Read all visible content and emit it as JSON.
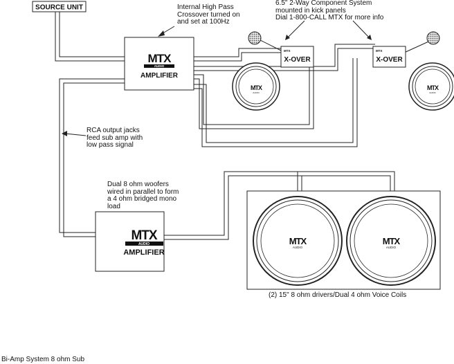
{
  "source_unit": {
    "label": "SOURCE UNIT"
  },
  "notes": {
    "crossover": "Internal High Pass\nCrossover turned on\nand set at 100Hz",
    "component": "6.5\" 2-Way Component System\nmounted in kick panels\nDial 1-800-CALL MTX for more info",
    "rca": "RCA output jacks\nfeed sub amp with\nlow pass signal",
    "woofers": "Dual 8 ohm woofers\nwired in parallel to form\na 4 ohm bridged mono\nload",
    "drivers": "(2) 15\" 8 ohm drivers/Dual 4 ohm Voice Coils"
  },
  "amp_top": {
    "brand": "MTX",
    "sub": "AUDIO",
    "label": "AMPLIFIER"
  },
  "amp_bottom": {
    "brand": "MTX",
    "sub": "AUDIO",
    "label": "AMPLIFIER"
  },
  "xover_left": {
    "label": "X-OVER",
    "badge": "MTX"
  },
  "xover_right": {
    "label": "X-OVER",
    "badge": "MTX"
  },
  "speaker_logo": {
    "brand": "MTX",
    "sub": "AUDIO"
  },
  "sub_logo": {
    "brand": "MTX",
    "sub": "AUDIO"
  },
  "caption": "Bi-Amp System 8 ohm Sub",
  "colors": {
    "line": "#222222",
    "grille": "#555555",
    "background": "#ffffff"
  }
}
